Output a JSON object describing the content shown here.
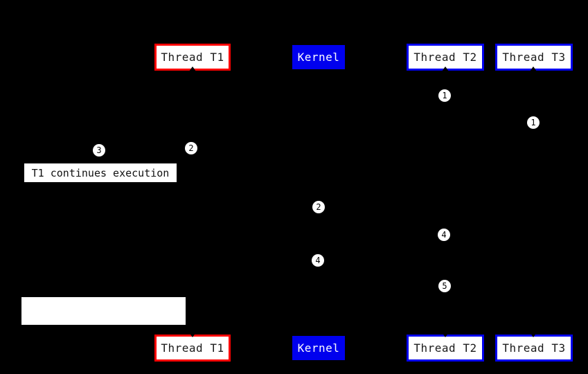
{
  "diagram": {
    "background_color": "#000000",
    "colors": {
      "thread_t1_border": "#ff0000",
      "thread_t2_t3_border": "#0000ee",
      "kernel_fill": "#0000ee",
      "box_fill": "#ffffff",
      "box_text": "#1a1a1a",
      "kernel_text": "#ffffff"
    },
    "boxes": {
      "thread_t1_top": {
        "label": "Thread T1"
      },
      "kernel_top": {
        "label": "Kernel"
      },
      "thread_t2_top": {
        "label": "Thread T2"
      },
      "thread_t3_top": {
        "label": "Thread T3"
      },
      "thread_t1_bottom": {
        "label": "Thread T1"
      },
      "kernel_bottom": {
        "label": "Kernel"
      },
      "thread_t2_bottom": {
        "label": "Thread T2"
      },
      "thread_t3_bottom": {
        "label": "Thread T3"
      }
    },
    "step_markers": {
      "step1_t2": "1",
      "step1_t3": "1",
      "step2_t1": "2",
      "step3_t1": "3",
      "step2_kernel": "2",
      "step4_t2": "4",
      "step4_kernel": "4",
      "step5_t2": "5"
    },
    "notes": {
      "t1_continues": {
        "label": "T1 continues execution"
      },
      "blank_note": {
        "label": ""
      }
    }
  }
}
